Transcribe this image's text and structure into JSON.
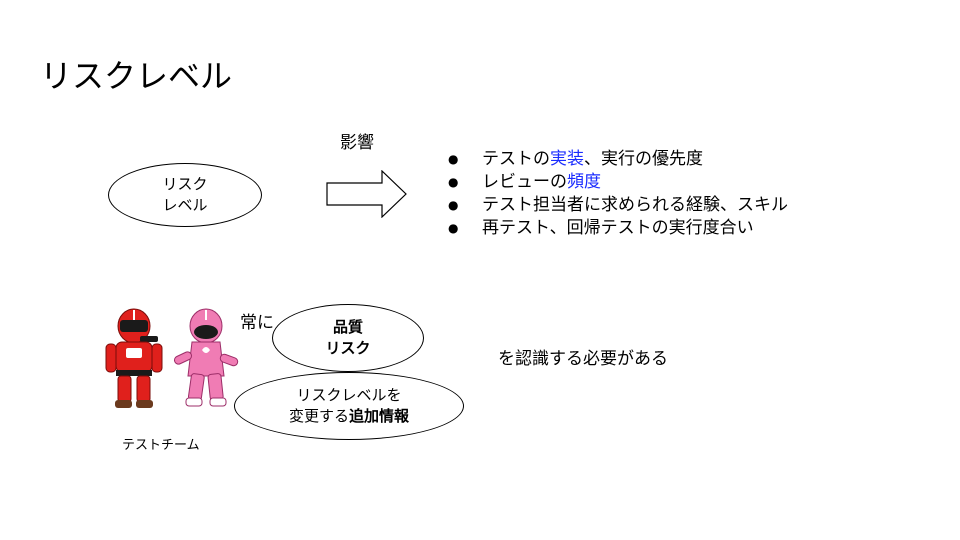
{
  "title": "リスクレベル",
  "risk_ellipse": {
    "line1": "リスク",
    "line2": "レベル"
  },
  "impact_label": "影響",
  "bullets": [
    {
      "pre": "テストの",
      "hl": "実装",
      "post": "、実行の優先度"
    },
    {
      "pre": "レビューの",
      "hl": "頻度",
      "post": ""
    },
    {
      "pre": "テスト担当者に求められる経験、スキル",
      "hl": "",
      "post": ""
    },
    {
      "pre": "再テスト、回帰テストの実行度合い",
      "hl": "",
      "post": ""
    }
  ],
  "bullet_symbol": "●",
  "always_label": "常に",
  "quality_ellipse": {
    "line1": "品質",
    "line2": "リスク"
  },
  "info_ellipse": {
    "line1": "リスクレベルを",
    "line2_pre": "変更する",
    "line2_bold": "追加情報"
  },
  "recognize_text": "を認識する必要がある",
  "team_label": "テストチーム",
  "colors": {
    "highlight": "#1a2cff",
    "red_hero": "#e0201c",
    "pink_hero": "#f07cb4"
  }
}
